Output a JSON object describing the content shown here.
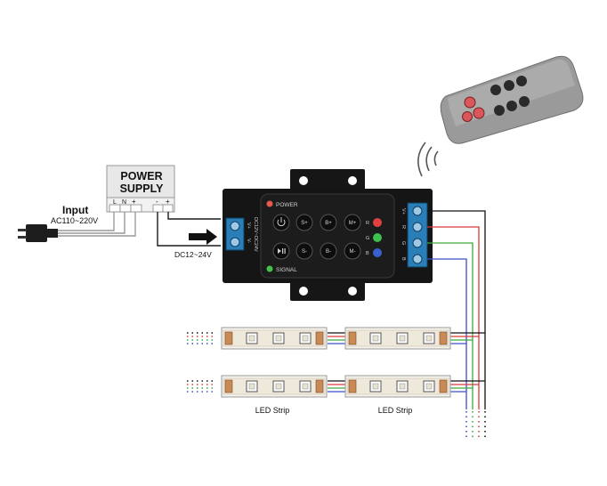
{
  "power_supply": {
    "title_line1": "POWER",
    "title_line2": "SUPPLY",
    "terminals": [
      "L",
      "N",
      "+",
      "-",
      "+"
    ]
  },
  "input": {
    "label": "Input",
    "voltage": "AC110~220V"
  },
  "dc_label": "DC12~24V",
  "controller": {
    "power_label": "POWER",
    "signal_label": "SIGNAL",
    "input_side_text": "DC12V~DC24V",
    "input_terminals": [
      "V+",
      "V-"
    ],
    "output_terminals": [
      "V+",
      "R",
      "G",
      "B"
    ],
    "channel_letters": [
      "R",
      "G",
      "B"
    ],
    "buttons_row1": [
      "",
      "S+",
      "B+",
      "M+"
    ],
    "buttons_row2": [
      "",
      "S-",
      "B-",
      "M-"
    ],
    "colors": {
      "red": "#e04040",
      "green": "#3fbf4f",
      "blue": "#3a5fd0",
      "body": "#151515"
    }
  },
  "led_strip_label": "LED Strip",
  "wire_colors": {
    "v_plus": "#111111",
    "r": "#d83a3a",
    "g": "#3aaa3a",
    "b": "#3a4fc8"
  }
}
